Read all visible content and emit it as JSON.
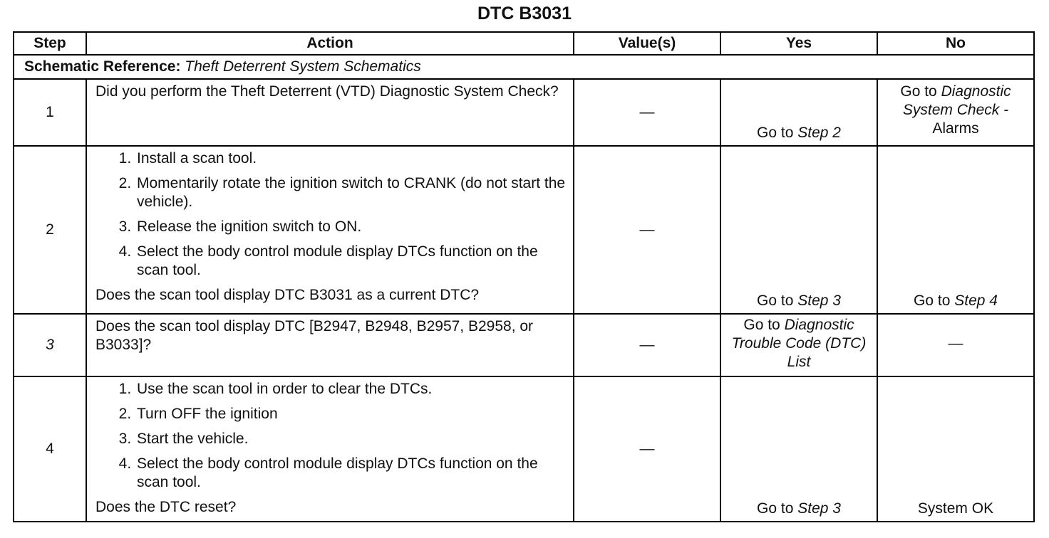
{
  "title": "DTC B3031",
  "headers": {
    "step": "Step",
    "action": "Action",
    "values": "Value(s)",
    "yes": "Yes",
    "no": "No"
  },
  "schematic": {
    "label": "Schematic Reference:",
    "ref": "Theft Deterrent System Schematics"
  },
  "rows": [
    {
      "step": "1",
      "question": "Did you perform the Theft Deterrent (VTD) Diagnostic System Check?",
      "value": "—",
      "yes_prefix": "Go to",
      "yes_link": "Step 2",
      "no_prefix": "Go to",
      "no_link": "Diagnostic System Check -",
      "no_suffix": "Alarms"
    },
    {
      "step": "2",
      "items": [
        "Install a scan tool.",
        "Momentarily rotate the ignition switch to CRANK (do not start the vehicle).",
        "Release the ignition switch to ON.",
        "Select the body control module display DTCs function on the scan tool."
      ],
      "question": "Does the scan tool display DTC B3031 as a current DTC?",
      "value": "—",
      "yes_prefix": "Go to",
      "yes_link": "Step 3",
      "no_prefix": "Go to",
      "no_link": "Step 4"
    },
    {
      "step": "3",
      "question": "Does the scan tool display DTC [B2947, B2948, B2957, B2958, or B3033]?",
      "value": "—",
      "yes_prefix": "Go to",
      "yes_link": "Diagnostic Trouble Code (DTC) List",
      "no": "—"
    },
    {
      "step": "4",
      "items": [
        "Use the scan tool in order to clear the DTCs.",
        "Turn OFF the ignition",
        "Start the vehicle.",
        "Select the body control module display DTCs function on the scan tool."
      ],
      "question": "Does the DTC reset?",
      "value": "—",
      "yes_prefix": "Go to",
      "yes_link": "Step 3",
      "no": "System OK"
    }
  ]
}
